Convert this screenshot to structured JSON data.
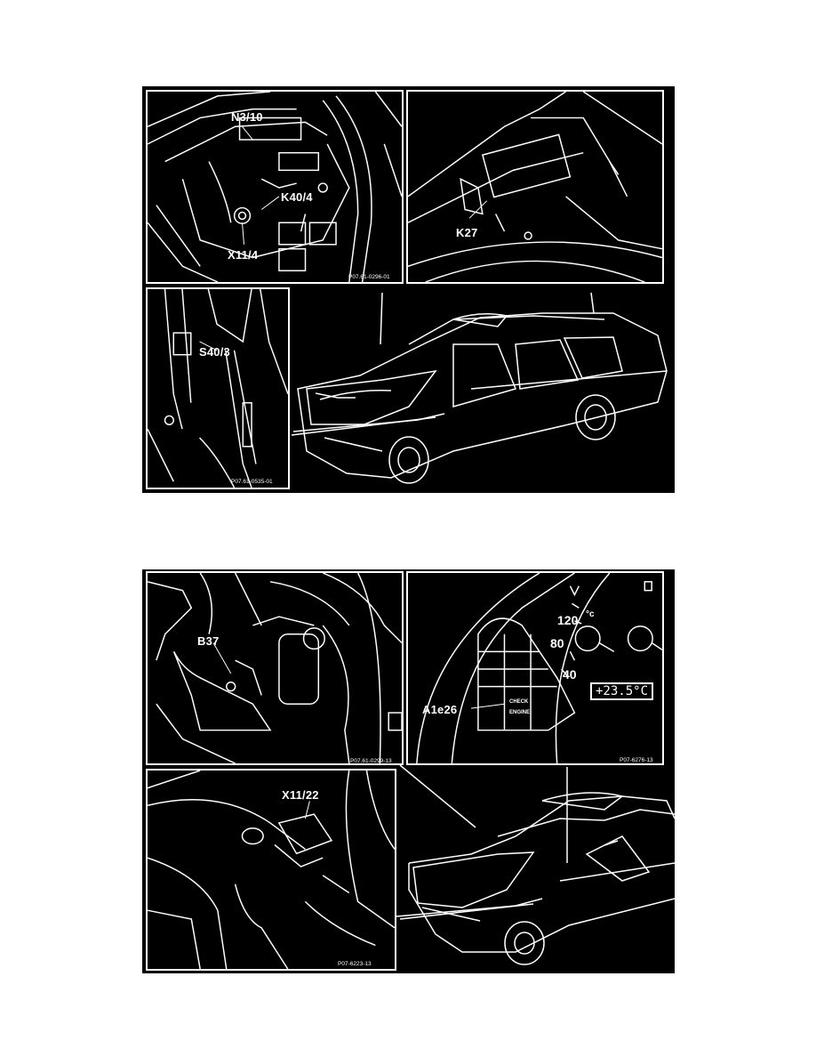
{
  "figure1": {
    "panel_tl": {
      "labels": [
        "N3/10",
        "K40/4",
        "X11/4"
      ],
      "ref": "P07.61-0296-01"
    },
    "panel_tr": {
      "labels": [
        "K27"
      ]
    },
    "panel_bl": {
      "labels": [
        "S40/3"
      ],
      "ref": "P07.61-0535-01"
    }
  },
  "figure2": {
    "panel_tl": {
      "labels": [
        "B37"
      ],
      "ref": "P07.61-0299-13"
    },
    "panel_tr": {
      "labels": [
        "A1e26"
      ],
      "gauge_marks": [
        "120",
        "°c",
        "80",
        "40"
      ],
      "lcd": "+23.5°C",
      "warning_box": [
        "CHECK",
        "ENGINE"
      ],
      "ref": "P07-6276-13"
    },
    "panel_bl": {
      "labels": [
        "X11/22"
      ],
      "ref": "P07-6223-13"
    }
  },
  "colors": {
    "background": "#000000",
    "line": "#ffffff",
    "page": "#ffffff"
  }
}
